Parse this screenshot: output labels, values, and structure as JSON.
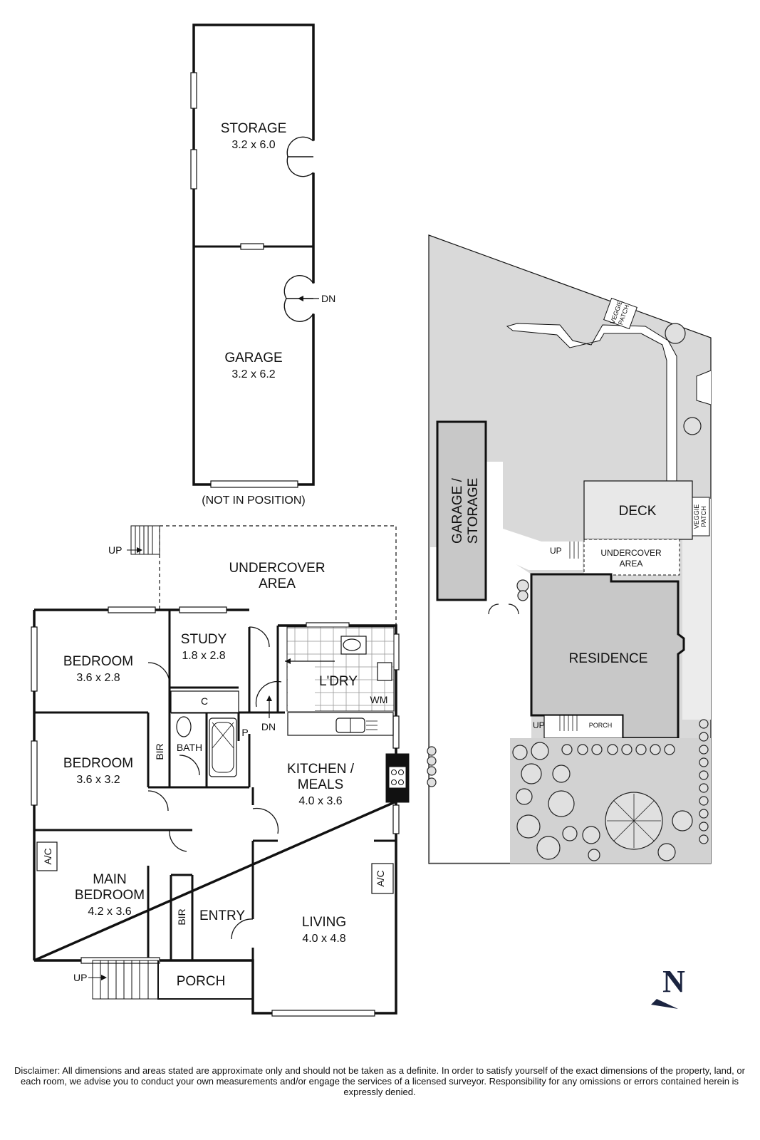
{
  "outbuilding": {
    "storage": {
      "name": "STORAGE",
      "dims": "3.2 x 6.0"
    },
    "garage": {
      "name": "GARAGE",
      "dims": "3.2 x 6.2"
    },
    "dn_label": "DN",
    "not_in_position": "(NOT IN POSITION)"
  },
  "house": {
    "undercover": {
      "line1": "UNDERCOVER",
      "line2": "AREA"
    },
    "up_label_back": "UP",
    "study": {
      "name": "STUDY",
      "dims": "1.8 x 2.8"
    },
    "bedroom1": {
      "name": "BEDROOM",
      "dims": "3.6 x 2.8"
    },
    "bedroom2": {
      "name": "BEDROOM",
      "dims": "3.6 x 3.2"
    },
    "laundry": {
      "name": "L'DRY"
    },
    "wm": "WM",
    "cupboard": "C",
    "bir": "BIR",
    "bath": "BATH",
    "pantry": "P",
    "dn_label": "DN",
    "kitchen": {
      "line1": "KITCHEN /",
      "line2": "MEALS",
      "dims": "4.0 x 3.6"
    },
    "ac": "A/C",
    "main_bedroom": {
      "line1": "MAIN",
      "line2": "BEDROOM",
      "dims": "4.2 x 3.6"
    },
    "bir2": "BIR",
    "entry": "ENTRY",
    "living": {
      "name": "LIVING",
      "dims": "4.0 x 4.8"
    },
    "porch": "PORCH",
    "up_label_front": "UP"
  },
  "site": {
    "garage_storage": {
      "line1": "GARAGE /",
      "line2": "STORAGE"
    },
    "deck": "DECK",
    "veggie_top": {
      "line1": "VEGGIE",
      "line2": "PATCH"
    },
    "veggie_side": {
      "line1": "VEGGIE",
      "line2": "PATCH"
    },
    "undercover": {
      "line1": "UNDERCOVER",
      "line2": "AREA"
    },
    "up_label": "UP",
    "residence": "RESIDENCE",
    "porch_up": "UP",
    "porch": "PORCH"
  },
  "compass": {
    "letter": "N"
  },
  "disclaimer": "Disclaimer: All dimensions and areas stated are approximate only and should not be taken as a definite. In order to satisfy yourself of the exact dimensions of the property, land, or each room, we advise you to conduct your own measurements and/or engage the services of a licensed surveyor. Responsibility for any omissions or errors contained herein is expressly denied.",
  "colors": {
    "wall": "#111111",
    "site_fill": "#d9d9d9",
    "building_fill": "#c8c8c8",
    "deck_fill": "#e8e8e8",
    "north": "#1b2440"
  }
}
